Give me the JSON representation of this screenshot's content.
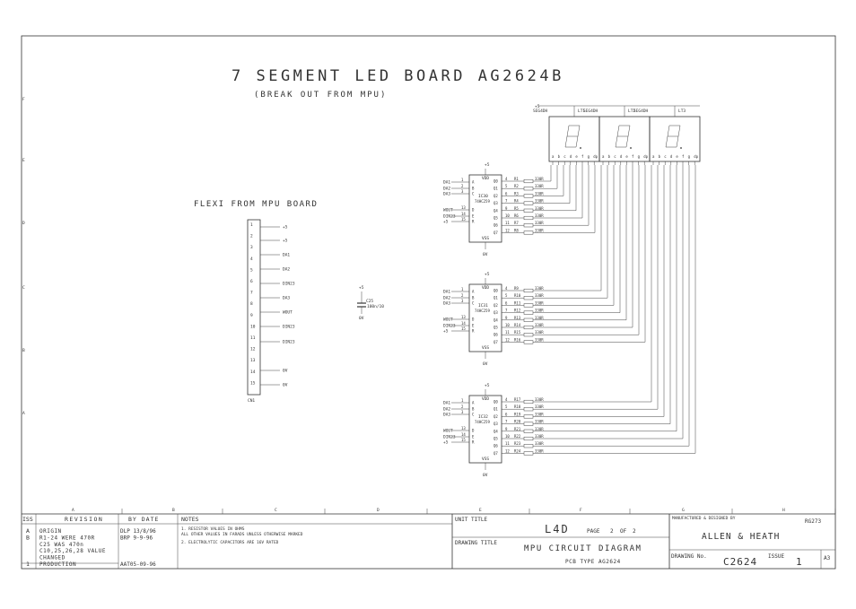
{
  "title": {
    "main": "7 SEGMENT LED BOARD AG2624B",
    "sub": "(BREAK OUT FROM MPU)"
  },
  "flexi": {
    "heading": "FLEXI FROM MPU BOARD",
    "ref": "CN1",
    "pin_numbers": [
      "1",
      "2",
      "3",
      "4",
      "5",
      "6",
      "7",
      "8",
      "9",
      "10",
      "11",
      "12",
      "13",
      "14",
      "15"
    ],
    "signals": [
      "+5",
      "+5",
      "DA1",
      "DA2",
      "DIN23",
      "DA3",
      "WOUT",
      "DIN23",
      "DIN23",
      "",
      "",
      "0V",
      "0V"
    ]
  },
  "capacitor": {
    "ref": "C25",
    "value": "100n/10",
    "top": "+5",
    "bottom": "0V"
  },
  "drivers": [
    {
      "ref": "IC30",
      "part": "74HC259",
      "vdd": "VDD",
      "vss": "VSS",
      "supply": "+5",
      "ground": "0V",
      "inputs": [
        "DA1",
        "DA2",
        "DA3",
        "WOUT",
        "DIN23",
        "+5"
      ],
      "in_pins": [
        "1",
        "2",
        "3",
        "13",
        "14",
        "15"
      ],
      "out_pins": [
        "4",
        "5",
        "6",
        "7",
        "9",
        "10",
        "11",
        "12"
      ],
      "out_names": [
        "Q0",
        "Q1",
        "Q2",
        "Q3",
        "Q4",
        "Q5",
        "Q6",
        "Q7"
      ],
      "resistors": [
        "R1",
        "R2",
        "R3",
        "R4",
        "R5",
        "R6",
        "R7",
        "R8"
      ],
      "rvalue": "330R"
    },
    {
      "ref": "IC31",
      "part": "74HC259",
      "vdd": "VDD",
      "vss": "VSS",
      "supply": "+5",
      "ground": "0V",
      "inputs": [
        "DA1",
        "DA2",
        "DA3",
        "WOUT",
        "DIN23",
        "+5"
      ],
      "in_pins": [
        "1",
        "2",
        "3",
        "13",
        "14",
        "15"
      ],
      "out_pins": [
        "4",
        "5",
        "6",
        "7",
        "9",
        "10",
        "11",
        "12"
      ],
      "out_names": [
        "Q0",
        "Q1",
        "Q2",
        "Q3",
        "Q4",
        "Q5",
        "Q6",
        "Q7"
      ],
      "resistors": [
        "R9",
        "R10",
        "R11",
        "R12",
        "R13",
        "R14",
        "R15",
        "R16"
      ],
      "rvalue": "330R"
    },
    {
      "ref": "IC32",
      "part": "74HC259",
      "vdd": "VDD",
      "vss": "VSS",
      "supply": "+5",
      "ground": "0V",
      "inputs": [
        "DA1",
        "DA2",
        "DA3",
        "WOUT",
        "DIN23",
        "+5"
      ],
      "in_pins": [
        "1",
        "2",
        "3",
        "13",
        "14",
        "15"
      ],
      "out_pins": [
        "4",
        "5",
        "6",
        "7",
        "9",
        "10",
        "11",
        "12"
      ],
      "out_names": [
        "Q0",
        "Q1",
        "Q2",
        "Q3",
        "Q4",
        "Q5",
        "Q6",
        "Q7"
      ],
      "resistors": [
        "R17",
        "R18",
        "R19",
        "R20",
        "R21",
        "R22",
        "R23",
        "R24"
      ],
      "rvalue": "330R"
    }
  ],
  "displays": {
    "supply": "+5",
    "items": [
      {
        "ref": "LT1",
        "part": "SEG4DH"
      },
      {
        "ref": "LT2",
        "part": "SEG4DH"
      },
      {
        "ref": "LT3",
        "part": "SEG4DH"
      }
    ],
    "pin_letters": [
      "a",
      "b",
      "c",
      "d",
      "e",
      "f",
      "g",
      "dp"
    ]
  },
  "grid": {
    "columns": [
      "A",
      "B",
      "C",
      "D",
      "E",
      "F",
      "G",
      "H"
    ],
    "rows": [
      "F",
      "E",
      "D",
      "C",
      "B",
      "A"
    ]
  },
  "title_block": {
    "revision_headers": {
      "iss": "ISS",
      "revision": "REVISION",
      "by_date": "BY DATE"
    },
    "revisions": [
      {
        "iss": "A",
        "text": "ORIGIN",
        "by_date": "DLP 13/8/96"
      },
      {
        "iss": "B",
        "text": "R1-24 WERE 470R",
        "by_date": "BRP 9-9-96"
      },
      {
        "iss": "",
        "text": "C25 WAS 470n",
        "by_date": ""
      },
      {
        "iss": "",
        "text": "C10,25,26,28 VALUE",
        "by_date": ""
      },
      {
        "iss": "",
        "text": "CHANGED",
        "by_date": ""
      },
      {
        "iss": "1",
        "text": "PRODUCTION",
        "by_date": "AAT05-09-96"
      }
    ],
    "notes_label": "NOTES",
    "notes": [
      "1. RESISTOR VALUES IN OHMS",
      "   ALL OTHER VALUES IN FARADS UNLESS OTHERWISE MARKED",
      "2. ELECTROLYTIC CAPACITORS ARE 16V RATED"
    ],
    "unit_title_label": "UNIT TITLE",
    "unit_title": "L4D",
    "page_label": "PAGE",
    "page": "2",
    "of_label": "OF",
    "of": "2",
    "drawing_title_label": "DRAWING TITLE",
    "drawing_title": "MPU CIRCUIT DIAGRAM",
    "pcb_type": "PCB TYPE AG2624",
    "manufacturer_label": "MANUFACTURED & DESIGNED BY",
    "code": "RG273",
    "manufacturer": "ALLEN & HEATH",
    "drawing_no_label": "DRAWING No.",
    "drawing_no": "C2624",
    "issue_label": "ISSUE",
    "issue": "1",
    "size": "A3"
  }
}
